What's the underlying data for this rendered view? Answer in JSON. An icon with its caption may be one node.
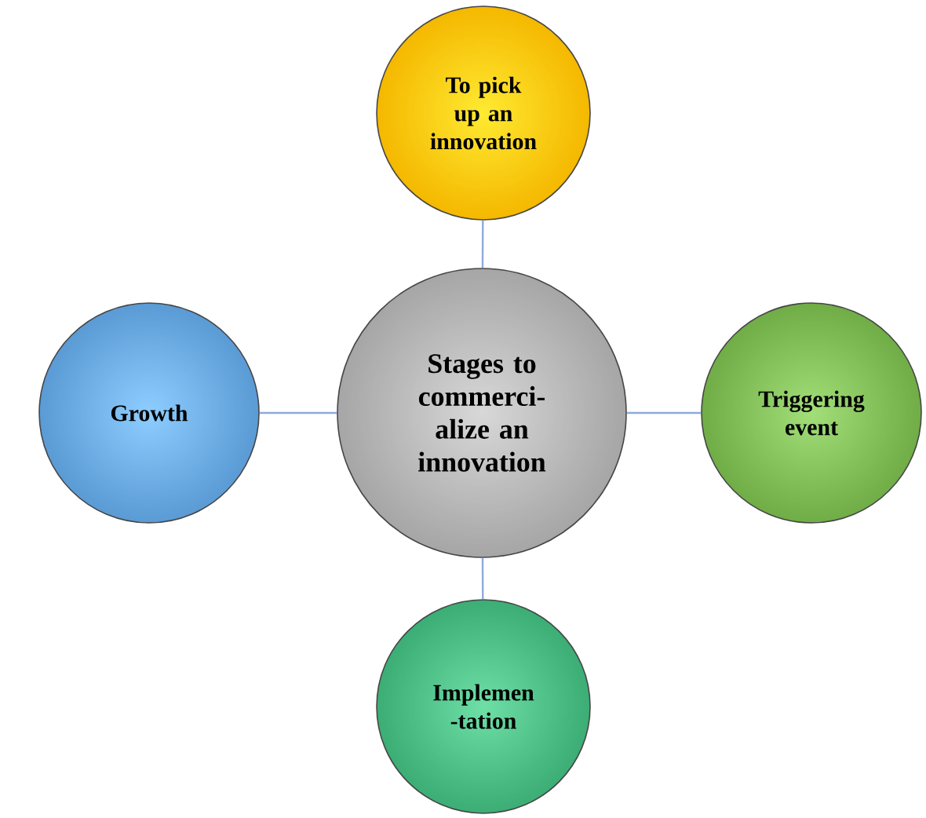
{
  "diagram": {
    "nodes": [
      {
        "text": [
          "To pick up an innovation"
        ]
      },
      {
        "text": [
          "Growth"
        ]
      },
      {
        "text": [
          "Stages to commerci- alize an innovation"
        ]
      },
      {
        "text": [
          "Triggering event"
        ]
      },
      {
        "text": [
          "Implemen -tation"
        ]
      }
    ],
    "edges": [
      {
        "from": 2,
        "to": 0,
        "arrow": "none"
      },
      {
        "from": 2,
        "to": 1,
        "arrow": "none"
      },
      {
        "from": 2,
        "to": 3,
        "arrow": "none"
      },
      {
        "from": 2,
        "to": 4,
        "arrow": "none"
      }
    ]
  }
}
